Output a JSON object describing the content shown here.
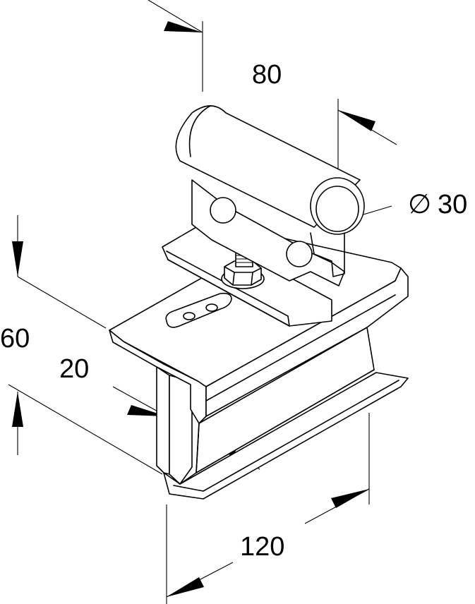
{
  "dimensions": {
    "width_top": "80",
    "tube_diameter_symbol": "∅",
    "tube_diameter": "30",
    "height": "60",
    "flange": "20",
    "length": "120"
  },
  "colors": {
    "line": "#000000",
    "background": "#ffffff"
  }
}
